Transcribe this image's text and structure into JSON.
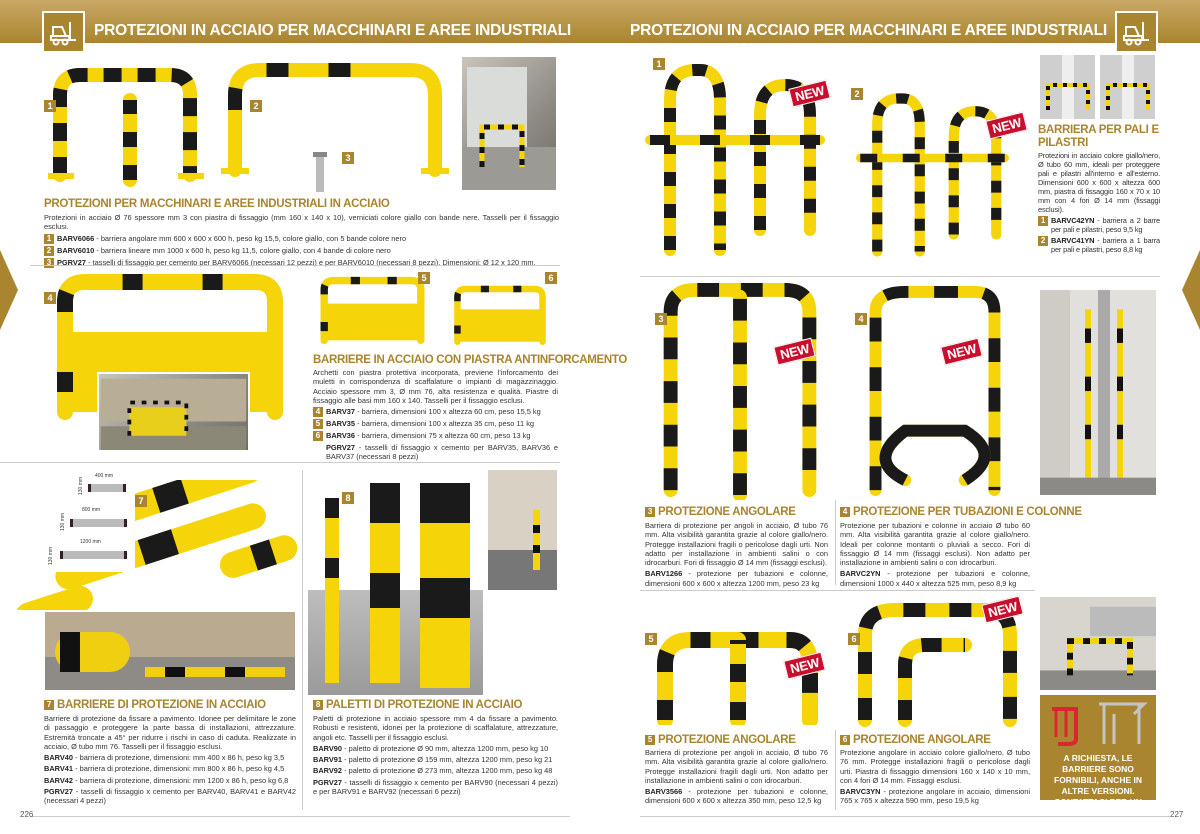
{
  "header": {
    "title_left": "PROTEZIONI IN ACCIAIO PER MACCHINARI E AREE INDUSTRIALI",
    "title_right": "PROTEZIONI IN ACCIAIO PER MACCHINARI E AREE INDUSTRIALI",
    "icon": "forklift-icon"
  },
  "pages": {
    "left": "226",
    "right": "227"
  },
  "badges": {
    "n1": "1",
    "n2": "2",
    "n3": "3",
    "n4": "4",
    "n5": "5",
    "n6": "6",
    "n7": "7",
    "n8": "8"
  },
  "new_label": "NEW",
  "s1": {
    "heading": "PROTEZIONI PER MACCHINARI E AREE INDUSTRIALI IN ACCIAIO",
    "desc": "Protezioni in acciaio Ø 76 spessore mm 3 con piastra di fissaggio (mm 160 x 140 x 10), verniciati colore giallo con bande nere. Tasselli per il fissaggio esclusi.",
    "items": [
      {
        "num": "1",
        "code": "BARV6066",
        "text": " - barriera angolare mm 600 x 600 x 600 h, peso kg 15,5, colore giallo, con 5 bande colore nero"
      },
      {
        "num": "2",
        "code": "BARV6010",
        "text": " - barriera lineare mm 1000 x 600 h, peso kg 11,5, colore giallo, con 4 bande di colore nero"
      },
      {
        "num": "3",
        "code": "PGRV27",
        "text": " - tasselli di fissaggio per cemento per BARV6066 (necessari 12 pezzi) e per BARV6010 (necessari 8 pezzi). Dimensioni: Ø 12 x 120 mm."
      }
    ]
  },
  "s2": {
    "heading": "BARRIERE IN ACCIAIO CON PIASTRA ANTINFORCAMENTO",
    "desc": "Archetti con piastra protettiva incorporata, previene l'inforcamento dei muletti in corrispondenza di scaffalature o impianti di magazzinaggio. Acciaio spessore mm 3, Ø mm 76, alta resistenza e qualità. Piastre di fissaggio alle basi mm 160 x 140. Tasselli per il fissaggio esclusi.",
    "items": [
      {
        "num": "4",
        "code": "BARV37",
        "text": " - barriera, dimensioni 100 x altezza 60 cm, peso 15,5 kg"
      },
      {
        "num": "5",
        "code": "BARV35",
        "text": " - barriera, dimensioni 100 x altezza 35 cm, peso 11 kg"
      },
      {
        "num": "6",
        "code": "BARV36",
        "text": " - barriera, dimensioni 75 x altezza 60 cm, peso 13 kg"
      },
      {
        "num": "",
        "code": "PGRV27",
        "text": " - tasselli di fissaggio x cemento per BARV35, BARV36 e BARV37 (necessari 8 pezzi)"
      }
    ]
  },
  "s7": {
    "heading": "BARRIERE DI PROTEZIONE IN ACCIAIO",
    "num": "7",
    "desc": "Barriere di protezione da fissare a pavimento. Idonee per delimitare le zone di passaggio e proteggere la parte bassa di installazioni, attrezzature. Estremità troncate a 45° per ridurre i rischi in caso di caduta. Realizzate in acciaio, Ø tubo mm 76. Tasselli per il fissaggio esclusi.",
    "items": [
      {
        "code": "BARV40",
        "text": " - barriera di protezione, dimensioni: mm 400 x 86 h, peso kg 3,5"
      },
      {
        "code": "BARV41",
        "text": " - barriera di protezione, dimensioni: mm 800 x 86 h, peso kg 4,5"
      },
      {
        "code": "BARV42",
        "text": " - barriera di protezione, dimensioni: mm 1200 x 86 h, peso kg 6,8"
      },
      {
        "code": "PGRV27",
        "text": " - tasselli di fissaggio x cemento per BARV40, BARV41 e BARV42 (necessari 4 pezzi)"
      }
    ],
    "diagram": {
      "w1": "400 mm",
      "w2": "800 mm",
      "w3": "1200 mm",
      "h": "130 mm"
    }
  },
  "s8": {
    "heading": "PALETTI DI PROTEZIONE IN ACCIAIO",
    "num": "8",
    "desc": "Paletti di protezione in acciaio spessore mm 4 da fissare a pavimento. Robusti e resistenti, idonei per la protezione di scaffalature, attrezzature, angoli etc. Tasselli per il fissaggio esclusi.",
    "items": [
      {
        "code": "BARV90",
        "text": " - paletto di protezione Ø 90 mm, altezza 1200 mm, peso kg 10"
      },
      {
        "code": "BARV91",
        "text": " - paletto di protezione Ø 159 mm, altezza 1200 mm, peso kg 21"
      },
      {
        "code": "BARV92",
        "text": " - paletto di protezione Ø 273 mm, altezza 1200 mm, peso kg 48"
      },
      {
        "code": "PGRV27",
        "text": " - tasselli di fissaggio x cemento per BARV90 (necessari 4 pezzi) e per BARV91 e BARV92 (necessari 6 pezzi)"
      }
    ]
  },
  "r1": {
    "heading": "BARRIERA PER PALI E PILASTRI",
    "desc": "Protezioni in acciaio colore giallo/nero, Ø tubo 60 mm, ideali per proteggere pali e pilastri all'interno e all'esterno. Dimensioni 600 x 600 x altezza 600 mm, piastra di fissaggio 160 x 70 x 10 mm con 4 fori Ø 14 mm (fissaggi esclusi).",
    "items": [
      {
        "num": "1",
        "code": "BARVC42YN",
        "text": " - barriera a 2 barre per pali e pilastri, peso 9,5 kg"
      },
      {
        "num": "2",
        "code": "BARVC41YN",
        "text": " - barriera a 1 barra per pali e pilastri, peso 8,8 kg"
      }
    ]
  },
  "r3": {
    "num": "3",
    "heading": "PROTEZIONE ANGOLARE",
    "desc": "Barriera di protezione per angoli in acciaio, Ø tubo 76 mm. Alta visibilità garantita grazie al colore giallo/nero. Protegge installazioni fragili o pericolose dagli urti. Non adatto per installazione in ambienti salini o con idrocarburi. Fori di fissaggio Ø 14 mm (fissaggi esclusi).",
    "code": "BARV1266",
    "text": " - protezione per tubazioni e colonne, dimensioni 600 x 600 x altezza 1200 mm, peso 23 kg"
  },
  "r4": {
    "num": "4",
    "heading": "PROTEZIONE PER TUBAZIONI E COLONNE",
    "desc": "Protezione per tubazioni e colonne in acciaio Ø tubo 60 mm. Alta visibilità garantita grazie al colore giallo/nero. Ideali per colonne montanti o pluviali a secco. Fori di fissaggio Ø 14 mm (fissaggi esclusi). Non adatto per installazione in ambienti salini o con idrocarburi.",
    "code": "BARVC2YN",
    "text": " - protezione per tubazioni e colonne, dimensioni 1000 x 440 x altezza 525 mm, peso 8,9 kg"
  },
  "r5": {
    "num": "5",
    "heading": "PROTEZIONE ANGOLARE",
    "desc": "Barriera di protezione per angoli in acciaio, Ø tubo 76 mm. Alta visibilità garantita grazie al colore giallo/nero. Protegge installazioni fragili dagli urti. Non adatto per installazione in ambienti salini o con idrocarburi.",
    "code": "BARV3566",
    "text": " - protezione per tubazioni e colonne, dimensioni 600 x 600 x altezza 350 mm, peso 12,5 kg"
  },
  "r6": {
    "num": "6",
    "heading": "PROTEZIONE ANGOLARE",
    "desc": "Protezione angolare in acciaio colore giallo/nero, Ø tubo 76 mm. Protegge installazioni fragili o pericolose dagli urti. Piastra di fissaggio dimensioni 160 x 140 x 10 mm, con 4 fori Ø 14 mm. Fissaggi esclusi.",
    "code": "BARVC3YN",
    "text": " - protezione angolare in acciaio, dimensioni 765 x 765 x altezza 590 mm, peso 19,5 kg"
  },
  "promo": "A RICHIESTA, LE BARRIERE SONO FORNIBILI, ANCHE IN ALTRE VERSIONI. CONTATTACI PER UN PREVENTIVO!",
  "colors": {
    "gold": "#a9852f",
    "yellow": "#f5d50a",
    "black": "#1a1a1a",
    "new_red": "#c8102e"
  }
}
